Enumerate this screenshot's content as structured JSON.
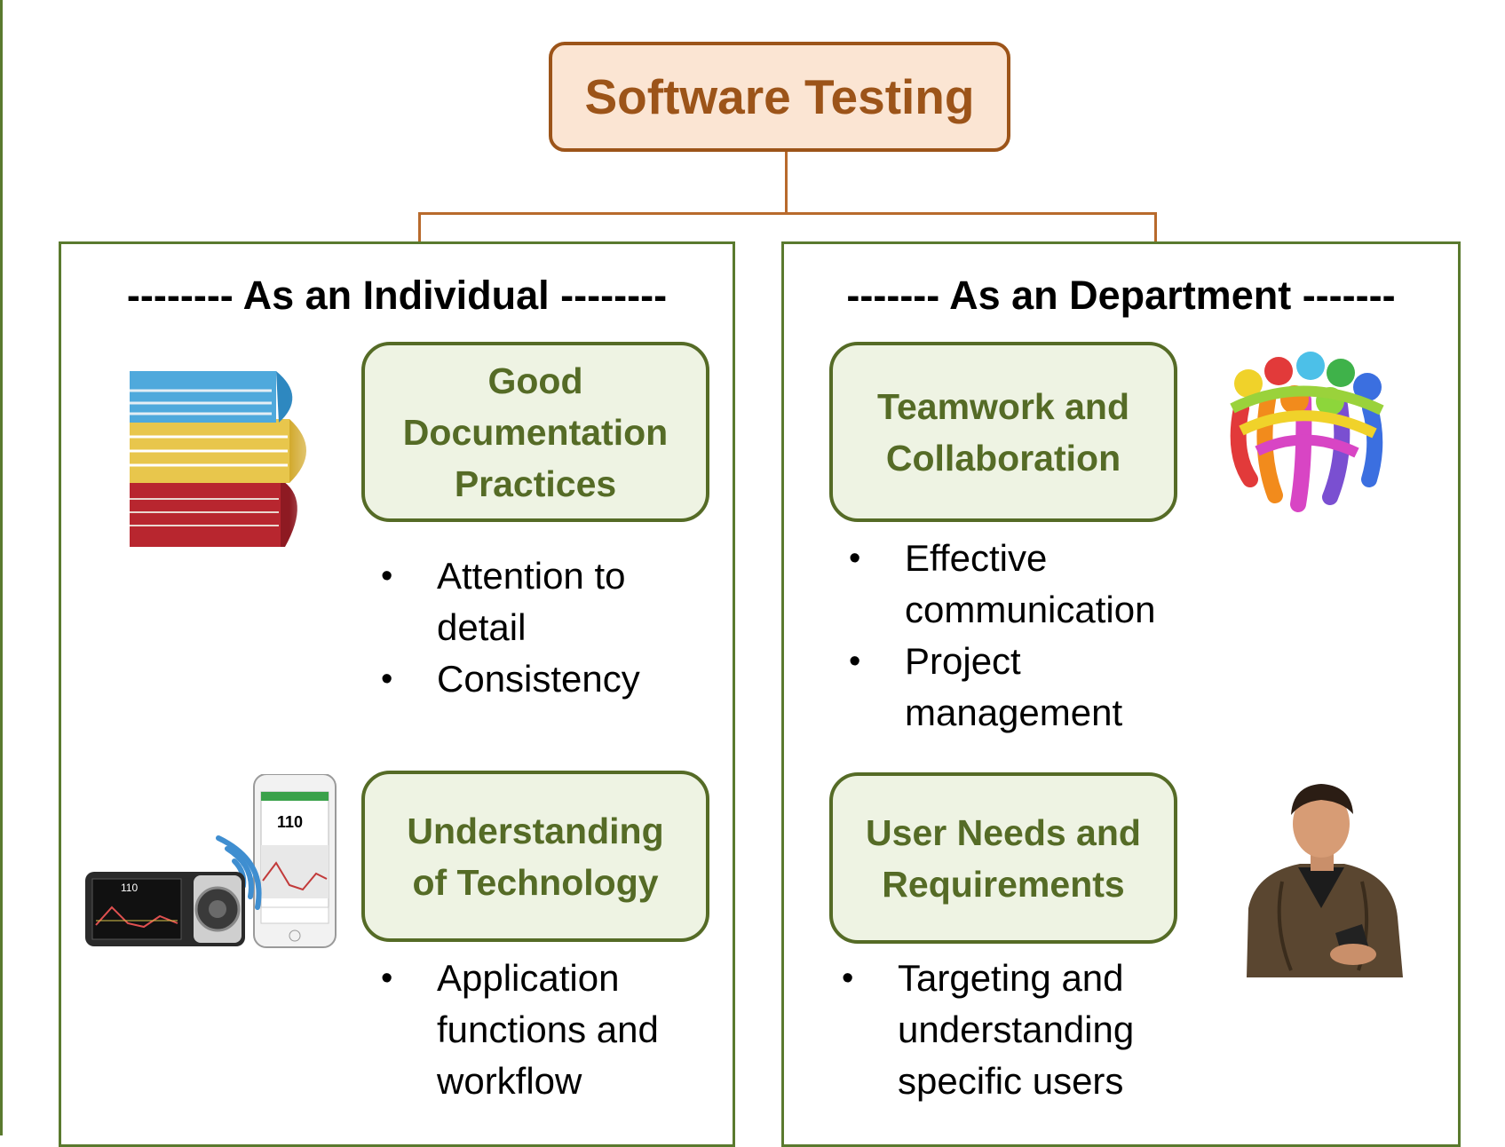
{
  "title": "Software Testing",
  "individual": {
    "heading": "-------- As an Individual --------",
    "topics": [
      {
        "label": "Good Documentation Practices",
        "bullets": [
          "Attention to detail",
          "Consistency"
        ]
      },
      {
        "label": "Understanding of Technology",
        "bullets": [
          "Application functions and workflow"
        ]
      }
    ],
    "phone_reading": "110"
  },
  "department": {
    "heading": "------- As an Department -------",
    "topics": [
      {
        "label": "Teamwork and Collaboration",
        "bullets": [
          "Effective communication",
          "Project management"
        ]
      },
      {
        "label": "User Needs and Requirements",
        "bullets": [
          "Targeting and understanding specific users"
        ]
      }
    ]
  },
  "icons": {
    "folders": "stacked-folders-icon",
    "device": "insulin-pump-and-phone-icon",
    "team": "team-circle-icon",
    "user": "user-person-icon"
  },
  "colors": {
    "title_border": "#9c5419",
    "title_fill": "#fbe5d3",
    "topic_text": "#556b26",
    "topic_fill": "#eef3e3",
    "panel_border": "#5a7a2e"
  }
}
